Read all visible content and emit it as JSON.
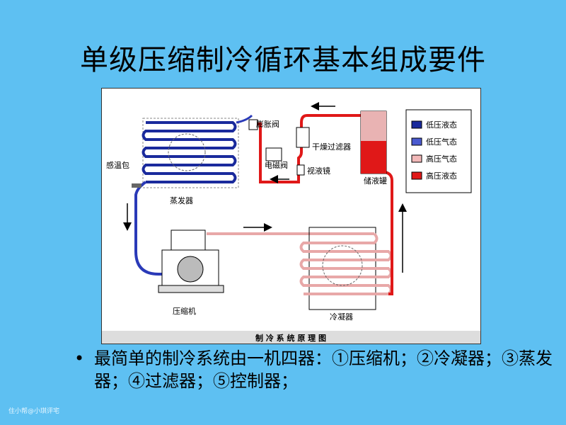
{
  "slide": {
    "title": "单级压缩制冷循环基本组成要件",
    "bullet_marker": "•",
    "bullet_text": "最简单的制冷系统由一机四器：①压缩机；②冷凝器；③蒸发器；④过滤器；⑤控制器；",
    "watermark": "住小帮@小琪评宅"
  },
  "diagram": {
    "caption": "制 冷 系 统 原 理 图",
    "labels": {
      "expansion_valve": "膨胀阀",
      "dryer_filter": "干燥过滤器",
      "solenoid_valve": "电磁阀",
      "sight_glass": "视液镜",
      "receiver": "储液罐",
      "sensing_bulb": "感温包",
      "evaporator": "蒸发器",
      "compressor": "压缩机",
      "condenser": "冷凝器"
    },
    "legend": [
      {
        "label": "低压液态",
        "color": "#1a2a9c"
      },
      {
        "label": "低压气态",
        "color": "#4a5ad0"
      },
      {
        "label": "高压气态",
        "color": "#f2b8b8"
      },
      {
        "label": "高压液态",
        "color": "#e01818"
      }
    ]
  }
}
